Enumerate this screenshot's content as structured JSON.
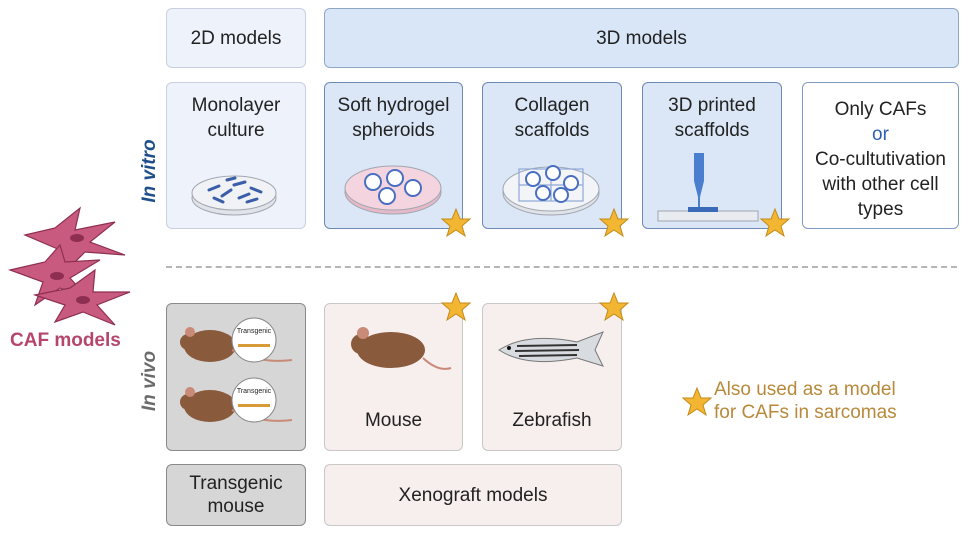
{
  "side": {
    "title": "CAF models",
    "in_vitro": "In vitro",
    "in_vivo": "In vivo",
    "title_color": "#b5466c",
    "in_vitro_color": "#1f4f8a",
    "in_vivo_color": "#6b6b6b"
  },
  "header": {
    "models_2d": "2D models",
    "models_3d": "3D models"
  },
  "in_vitro": {
    "monolayer": "Monolayer\nculture",
    "hydrogel": "Soft hydrogel\nspheroids",
    "collagen": "Collagen\nscaffolds",
    "printed": "3D printed\nscaffolds",
    "only_cafs": "Only CAFs",
    "or": "or",
    "cocult": "Co-cultutivation\nwith other cell\ntypes"
  },
  "in_vivo": {
    "transgenic_tag": "Transgenic",
    "mouse": "Mouse",
    "zebrafish": "Zebrafish",
    "transgenic_mouse": "Transgenic\nmouse",
    "xenograft": "Xenograft models"
  },
  "legend": {
    "text": "Also used as a model\nfor CAFs in sarcomas",
    "color": "#b8893a"
  },
  "icons": [
    "caf-cells-icon",
    "petri-dish-icon",
    "spheroid-dish-icon",
    "collagen-dish-icon",
    "bioprinter-icon",
    "mouse-icon",
    "zebrafish-icon",
    "star-icon"
  ]
}
